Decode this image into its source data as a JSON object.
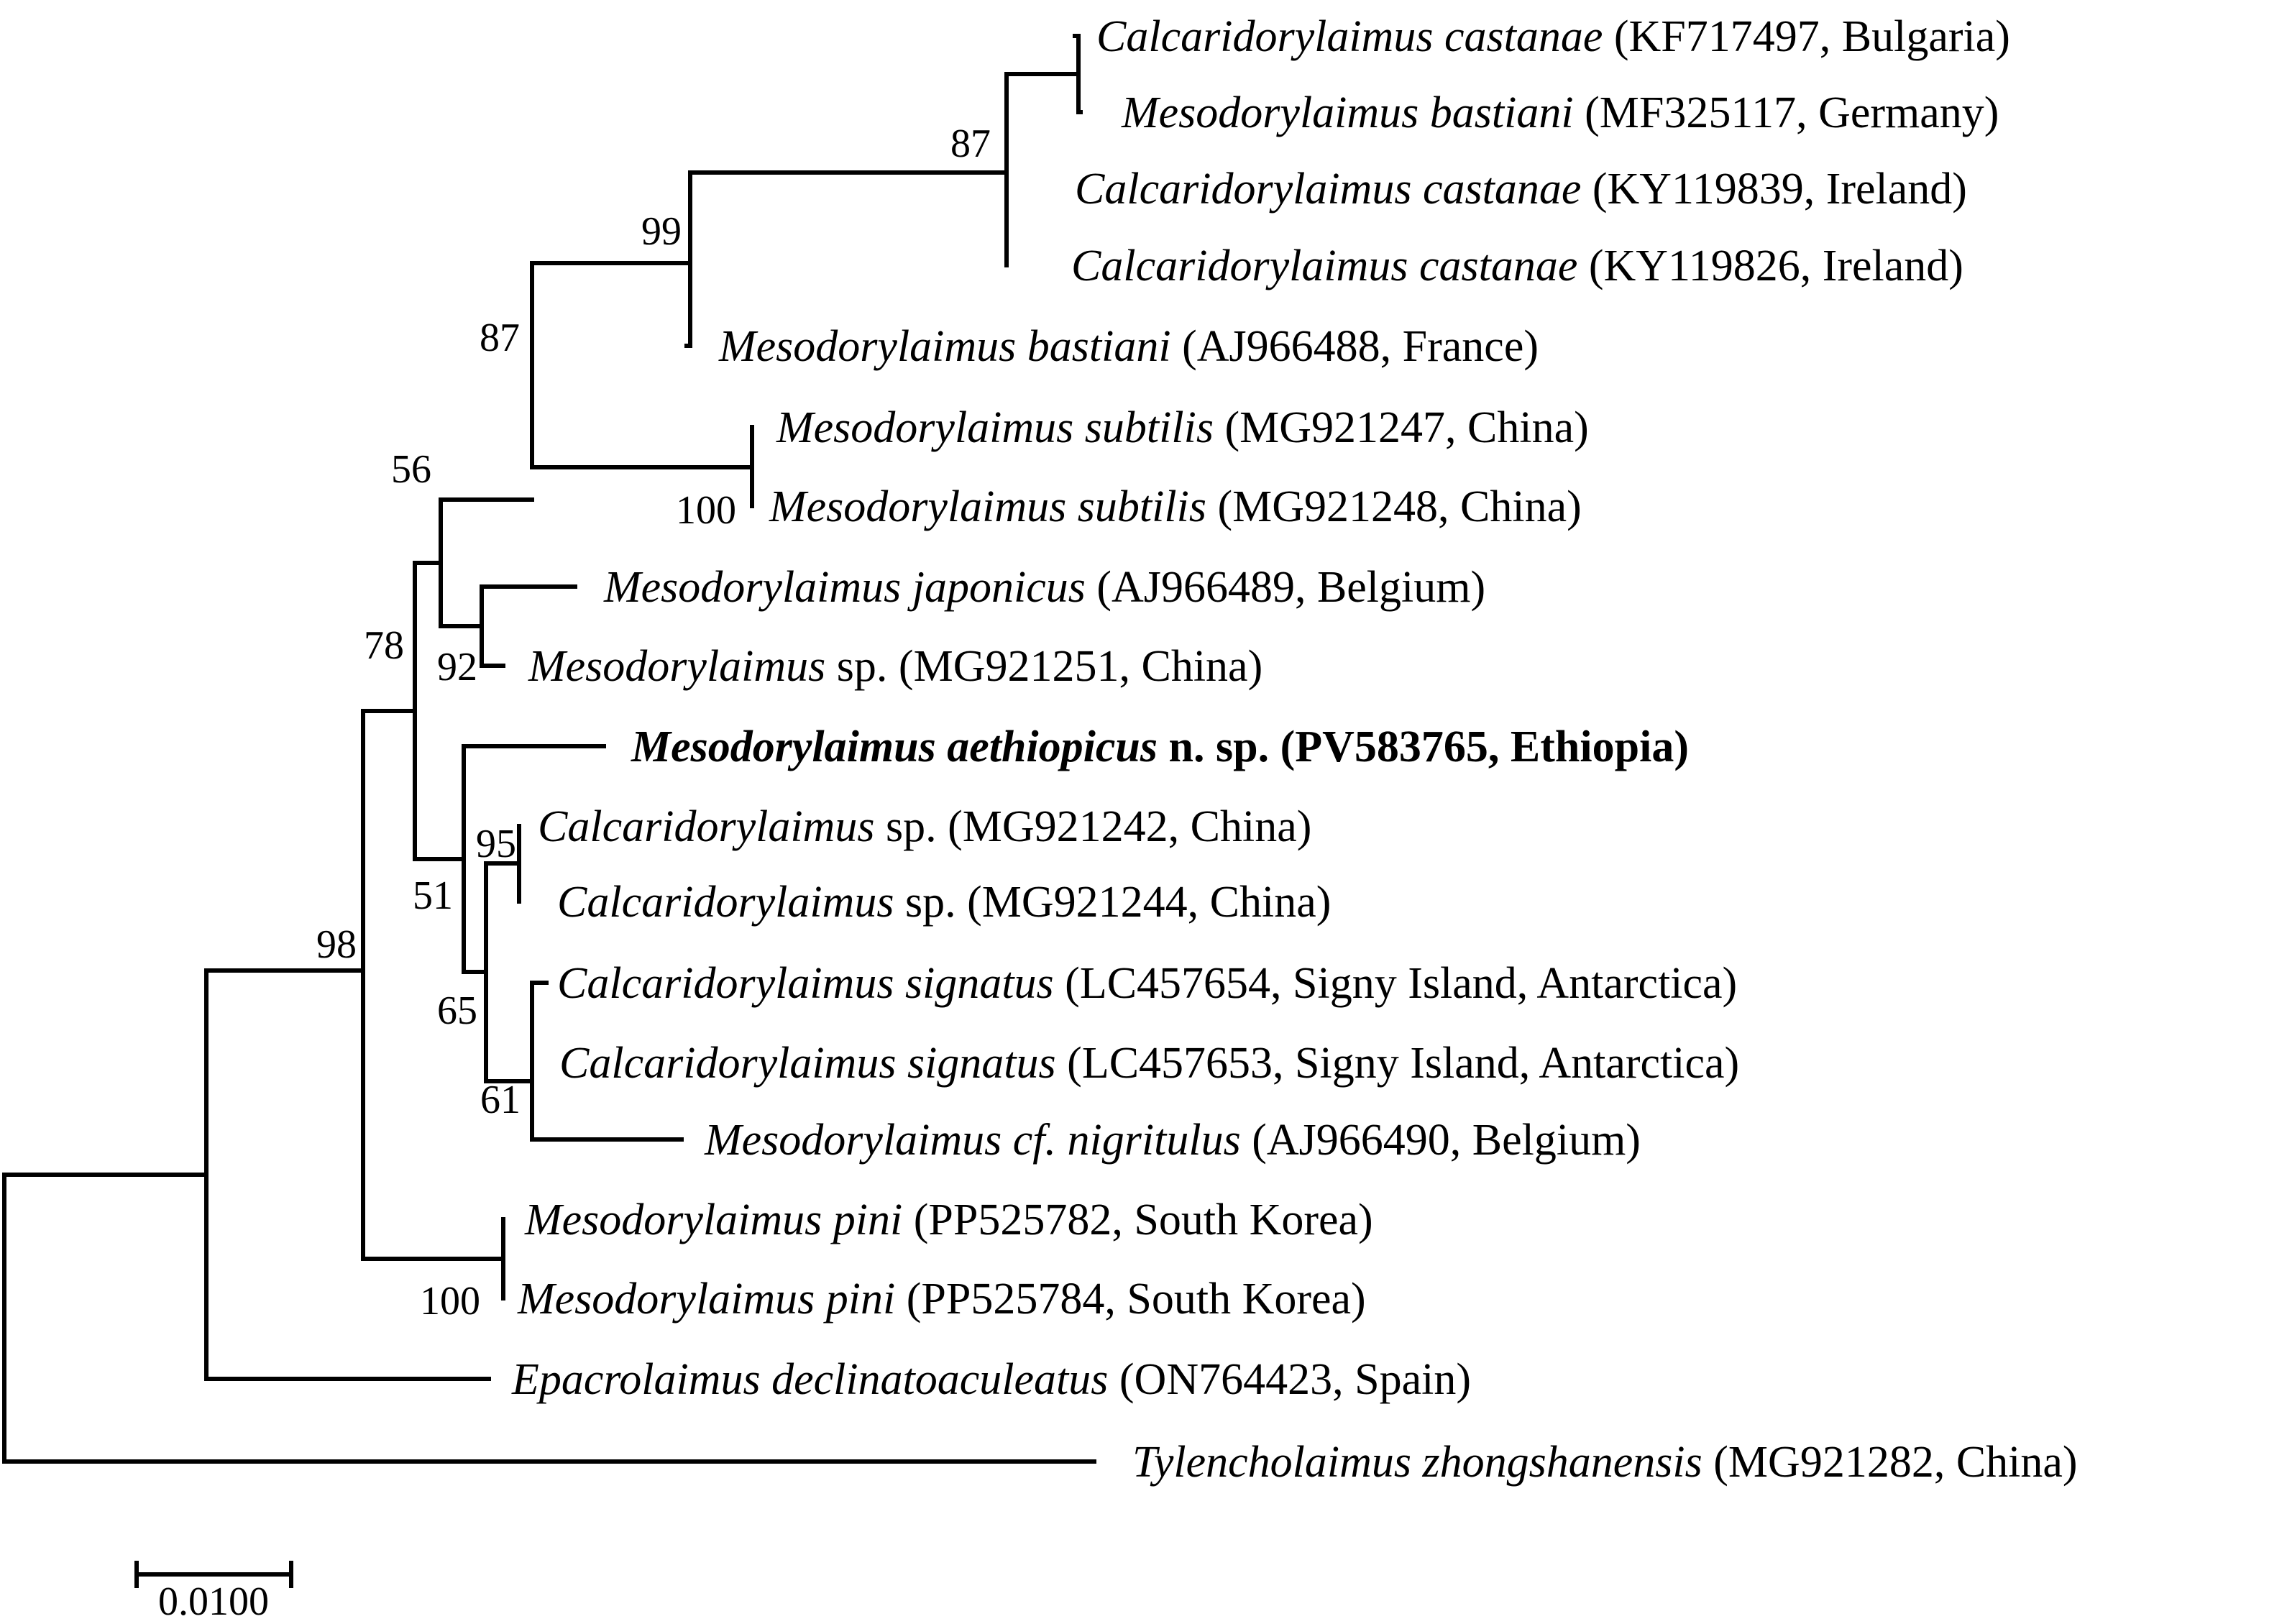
{
  "taxa": [
    {
      "genus": "Calcaridorylaimus castanae",
      "rest": "(KF717497, Bulgaria)",
      "bold": false
    },
    {
      "genus": "Mesodorylaimus bastiani",
      "rest": "(MF325117, Germany)",
      "bold": false
    },
    {
      "genus": "Calcaridorylaimus castanae",
      "rest": "(KY119839, Ireland)",
      "bold": false
    },
    {
      "genus": "Calcaridorylaimus castanae",
      "rest": "(KY119826, Ireland)",
      "bold": false
    },
    {
      "genus": "Mesodorylaimus bastiani",
      "rest": "(AJ966488, France)",
      "bold": false
    },
    {
      "genus": "Mesodorylaimus subtilis",
      "rest": "(MG921247, China)",
      "bold": false
    },
    {
      "genus": "Mesodorylaimus subtilis",
      "rest": "(MG921248, China)",
      "bold": false
    },
    {
      "genus": "Mesodorylaimus japonicus",
      "rest": "(AJ966489, Belgium)",
      "bold": false
    },
    {
      "genus": "Mesodorylaimus",
      "rest": "sp. (MG921251, China)",
      "bold": false
    },
    {
      "genus": "Mesodorylaimus aethiopicus",
      "rest": "n. sp. (PV583765, Ethiopia)",
      "bold": true
    },
    {
      "genus": "Calcaridorylaimus",
      "rest": "sp. (MG921242, China)",
      "bold": false
    },
    {
      "genus": "Calcaridorylaimus",
      "rest": "sp. (MG921244, China)",
      "bold": false
    },
    {
      "genus": "Calcaridorylaimus signatus",
      "rest": "(LC457654, Signy Island, Antarctica)",
      "bold": false
    },
    {
      "genus": "Calcaridorylaimus signatus",
      "rest": "(LC457653, Signy Island, Antarctica)",
      "bold": false
    },
    {
      "genus": "Mesodorylaimus cf. nigritulus",
      "rest": "(AJ966490, Belgium)",
      "bold": false
    },
    {
      "genus": "Mesodorylaimus pini",
      "rest": "(PP525782, South Korea)",
      "bold": false
    },
    {
      "genus": "Mesodorylaimus pini",
      "rest": "(PP525784, South Korea)",
      "bold": false
    },
    {
      "genus": "Epacrolaimus declinatoaculeatus",
      "rest": "(ON764423, Spain)",
      "bold": false
    },
    {
      "genus": "Tylencholaimus zhongshanensis",
      "rest": "(MG921282, China)",
      "bold": false
    }
  ],
  "support_values": [
    "87",
    "99",
    "87",
    "56",
    "100",
    "92",
    "78",
    "95",
    "51",
    "65",
    "61",
    "98",
    "100"
  ],
  "scale_bar": {
    "label": "0.0100"
  }
}
